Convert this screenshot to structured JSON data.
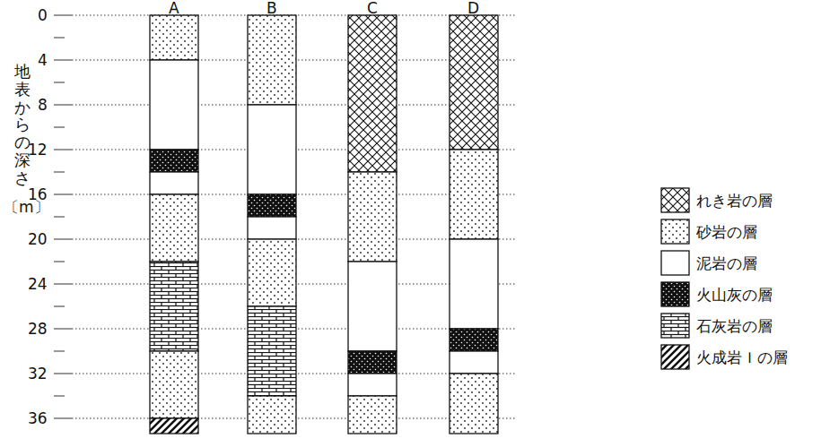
{
  "diagram": {
    "labels": [
      "A",
      "B",
      "C",
      "D",
      "0",
      "4",
      "8",
      "12",
      "16",
      "20",
      "24",
      "28",
      "32",
      "36",
      "地表からの深さ",
      "〔m〕"
    ],
    "legend": [
      {
        "text": "れき岩の層"
      },
      {
        "text": "砂岩の層"
      },
      {
        "text": "泥岩の層"
      },
      {
        "text": "火山灰の層"
      },
      {
        "text": "石灰岩の層"
      },
      {
        "text": "火成岩Ｉの層"
      }
    ]
  }
}
